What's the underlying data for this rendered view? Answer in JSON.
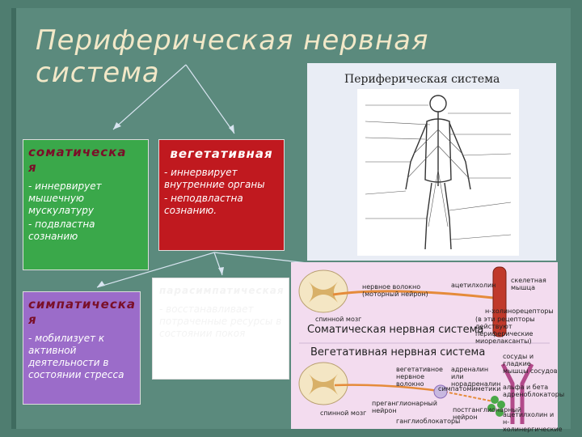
{
  "title": "Периферическая нервная система",
  "somatic": {
    "heading": "соматическа\nя",
    "text1": "- иннервирует мышечную мускулатуру",
    "text2": "- подвластна сознанию"
  },
  "vegetative": {
    "heading": "вегетативная",
    "text1": "- иннервирует внутренние органы",
    "text2": "- неподвластна сознанию."
  },
  "sympathetic": {
    "heading": "симпатическа\nя",
    "text1": "- мобилизует к активной деятельности в состоянии стресса"
  },
  "parasympathetic": {
    "heading": "парасимпатическая",
    "text1": "- восстанавливает потраченные ресурсы в состоянии покоя"
  },
  "figure": {
    "title": "Периферическая система"
  },
  "diagram": {
    "somatic_title": "Соматическая нервная система",
    "vegetative_title": "Вегетативная нервная система",
    "labels": {
      "motor_neuron": "нервное волокно (моторный нейрон)",
      "acetylcholine": "ацетилхолин",
      "skeletal_muscle": "скелетная мышца",
      "spinal_cord_1": "спинной мозг",
      "spinal_cord_2": "спинной мозг",
      "n_receptors": "н-холинорецепторы",
      "note": "(в эти рецепторы действуют периферические миорелаксанты)",
      "vascular": "сосуды и гладкие мышцы сосудов",
      "preganglionic": "преганглионарный нейрон",
      "postganglionic": "постганглионарный нейрон",
      "ganglioblockers": "ганглиоблокаторы",
      "adrenal": "адреналин или норадреналин",
      "adrenoblockers": "альфа и бета адреноблокаторы",
      "choline": "ацетилхолин и н-холинергические",
      "vegetative_fiber": "вегетативное нервное волокно",
      "sympathomimetics": "симпатомиметики"
    }
  },
  "colors": {
    "background": "#4f7d70",
    "somatic": "#3aa84a",
    "vegetative": "#c0191f",
    "sympathetic": "#9b6cc9",
    "title": "#f2e8c8"
  }
}
